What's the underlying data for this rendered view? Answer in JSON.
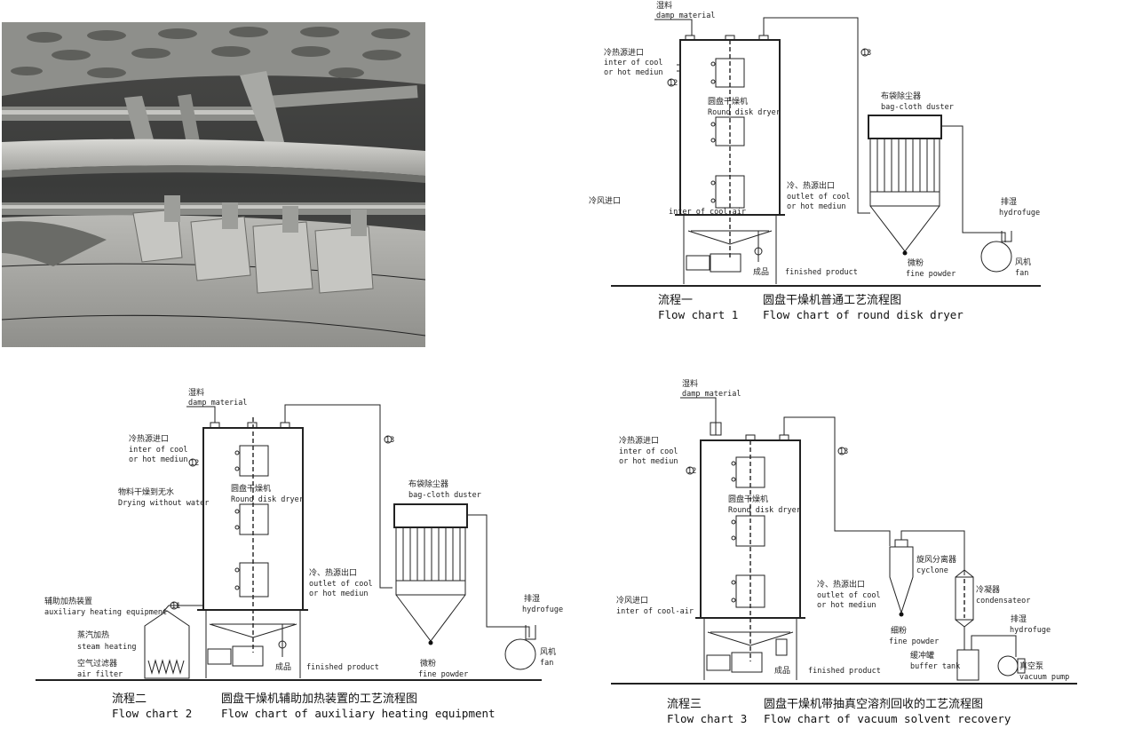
{
  "fc1": {
    "damp_cn": "湿料",
    "damp_en": "damp material",
    "inlet_cn": "冷热源进口",
    "inlet_en1": "inter of cool",
    "inlet_en2": "or hot mediun",
    "dryer_cn": "圆盘干燥机",
    "dryer_en": "Round disk dryer",
    "bag_cn": "布袋除尘器",
    "bag_en": "bag-cloth duster",
    "outlet_cn": "冷、热源出口",
    "outlet_en1": "outlet of cool",
    "outlet_en2": "or hot mediun",
    "coolair_cn": "冷风进口",
    "coolair_en": "inter of cool-air",
    "hydro_cn": "排湿",
    "hydro_en": "hydrofuge",
    "fan_cn": "风机",
    "fan_en": "fan",
    "fine_cn": "微粉",
    "fine_en": "fine powder",
    "product_cn": "成品",
    "product_en": "finished product",
    "caption_cn1": "流程一",
    "caption_en1": "Flow chart 1",
    "caption_cn2": "圆盘干燥机普通工艺流程图",
    "caption_en2": "Flow chart of round disk dryer",
    "n12": "12",
    "n13": "13"
  },
  "fc2": {
    "damp_cn": "湿料",
    "damp_en": "damp material",
    "inlet_cn": "冷热源进口",
    "inlet_en1": "inter of cool",
    "inlet_en2": "or hot mediun",
    "drywater_cn": "物料干燥到无水",
    "drywater_en": "Drying without water",
    "dryer_cn": "圆盘干燥机",
    "dryer_en": "Round disk dryer",
    "bag_cn": "布袋除尘器",
    "bag_en": "bag-cloth duster",
    "outlet_cn": "冷、热源出口",
    "outlet_en1": "outlet of cool",
    "outlet_en2": "or hot mediun",
    "aux_cn": "辅助加热装置",
    "aux_en": "auxiliary heating equipment",
    "steam_cn": "蒸汽加热",
    "steam_en": "steam heating",
    "filter_cn": "空气过滤器",
    "filter_en": "air filter",
    "hydro_cn": "排湿",
    "hydro_en": "hydrofuge",
    "fan_cn": "风机",
    "fan_en": "fan",
    "fine_cn": "微粉",
    "fine_en": "fine powder",
    "product_cn": "成品",
    "product_en": "finished product",
    "caption_cn1": "流程二",
    "caption_en1": "Flow chart 2",
    "caption_cn2": "圆盘干燥机辅助加热装置的工艺流程图",
    "caption_en2": "Flow chart of auxiliary heating equipment",
    "n11": "11",
    "n12": "12",
    "n13": "13"
  },
  "fc3": {
    "damp_cn": "湿料",
    "damp_en": "damp material",
    "inlet_cn": "冷热源进口",
    "inlet_en1": "inter of cool",
    "inlet_en2": "or hot mediun",
    "dryer_cn": "圆盘干燥机",
    "dryer_en": "Round disk dryer",
    "cyclone_cn": "旋风分离器",
    "cyclone_en": "cyclone",
    "condens_cn": "冷凝器",
    "condens_en": "condensateor",
    "outlet_cn": "冷、热源出口",
    "outlet_en1": "outlet of cool",
    "outlet_en2": "or hot mediun",
    "coolair_cn": "冷风进口",
    "coolair_en": "inter of cool-air",
    "hydro_cn": "排湿",
    "hydro_en": "hydrofuge",
    "fine_cn": "细粉",
    "fine_en": "fine powder",
    "buffer_cn": "缓冲罐",
    "buffer_en": "buffer tank",
    "vacuum_cn": "真空泵",
    "vacuum_en": "vacuum pump",
    "product_cn": "成品",
    "product_en": "finished product",
    "caption_cn1": "流程三",
    "caption_en1": "Flow chart 3",
    "caption_cn2": "圆盘干燥机带抽真空溶剂回收的工艺流程图",
    "caption_en2": "Flow chart of vacuum solvent recovery",
    "n12": "12",
    "n13": "13"
  }
}
